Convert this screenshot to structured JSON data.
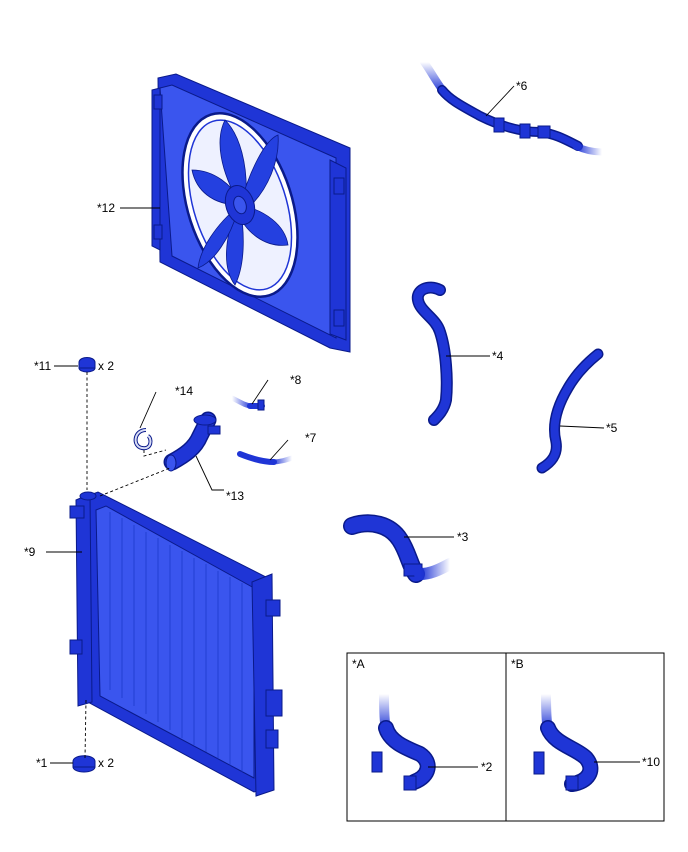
{
  "callouts": {
    "c1": "*1",
    "c1_qty": "x 2",
    "c2": "*2",
    "c3": "*3",
    "c4": "*4",
    "c5": "*5",
    "c6": "*6",
    "c7": "*7",
    "c8": "*8",
    "c9": "*9",
    "c10": "*10",
    "c11": "*11",
    "c11_qty": "x 2",
    "c12": "*12",
    "c13": "*13",
    "c14": "*14"
  },
  "insets": {
    "a": "*A",
    "b": "*B"
  },
  "colors": {
    "part_fill": "#1f35d6",
    "part_edge": "#0a1a8a"
  }
}
